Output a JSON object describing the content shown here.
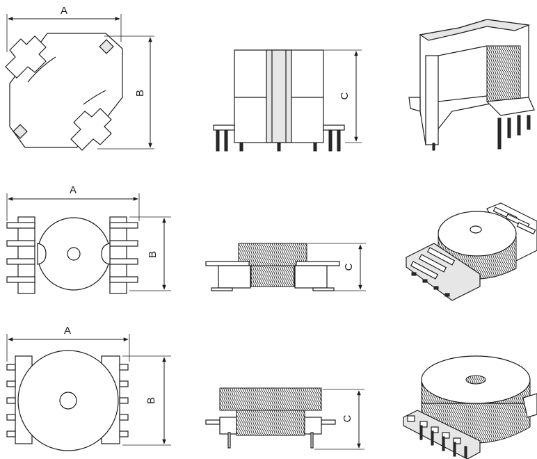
{
  "dimensions": {
    "row1": {
      "width": "A",
      "depth": "B",
      "height": "C"
    },
    "row2": {
      "width": "A",
      "depth": "B",
      "height": "C"
    },
    "row3": {
      "width": "A",
      "depth": "B",
      "height": "C"
    }
  },
  "colors": {
    "line": "#1a1a1a",
    "background": "#ffffff",
    "shade": "#e6e6e6",
    "pin": "#2a2a2a"
  }
}
